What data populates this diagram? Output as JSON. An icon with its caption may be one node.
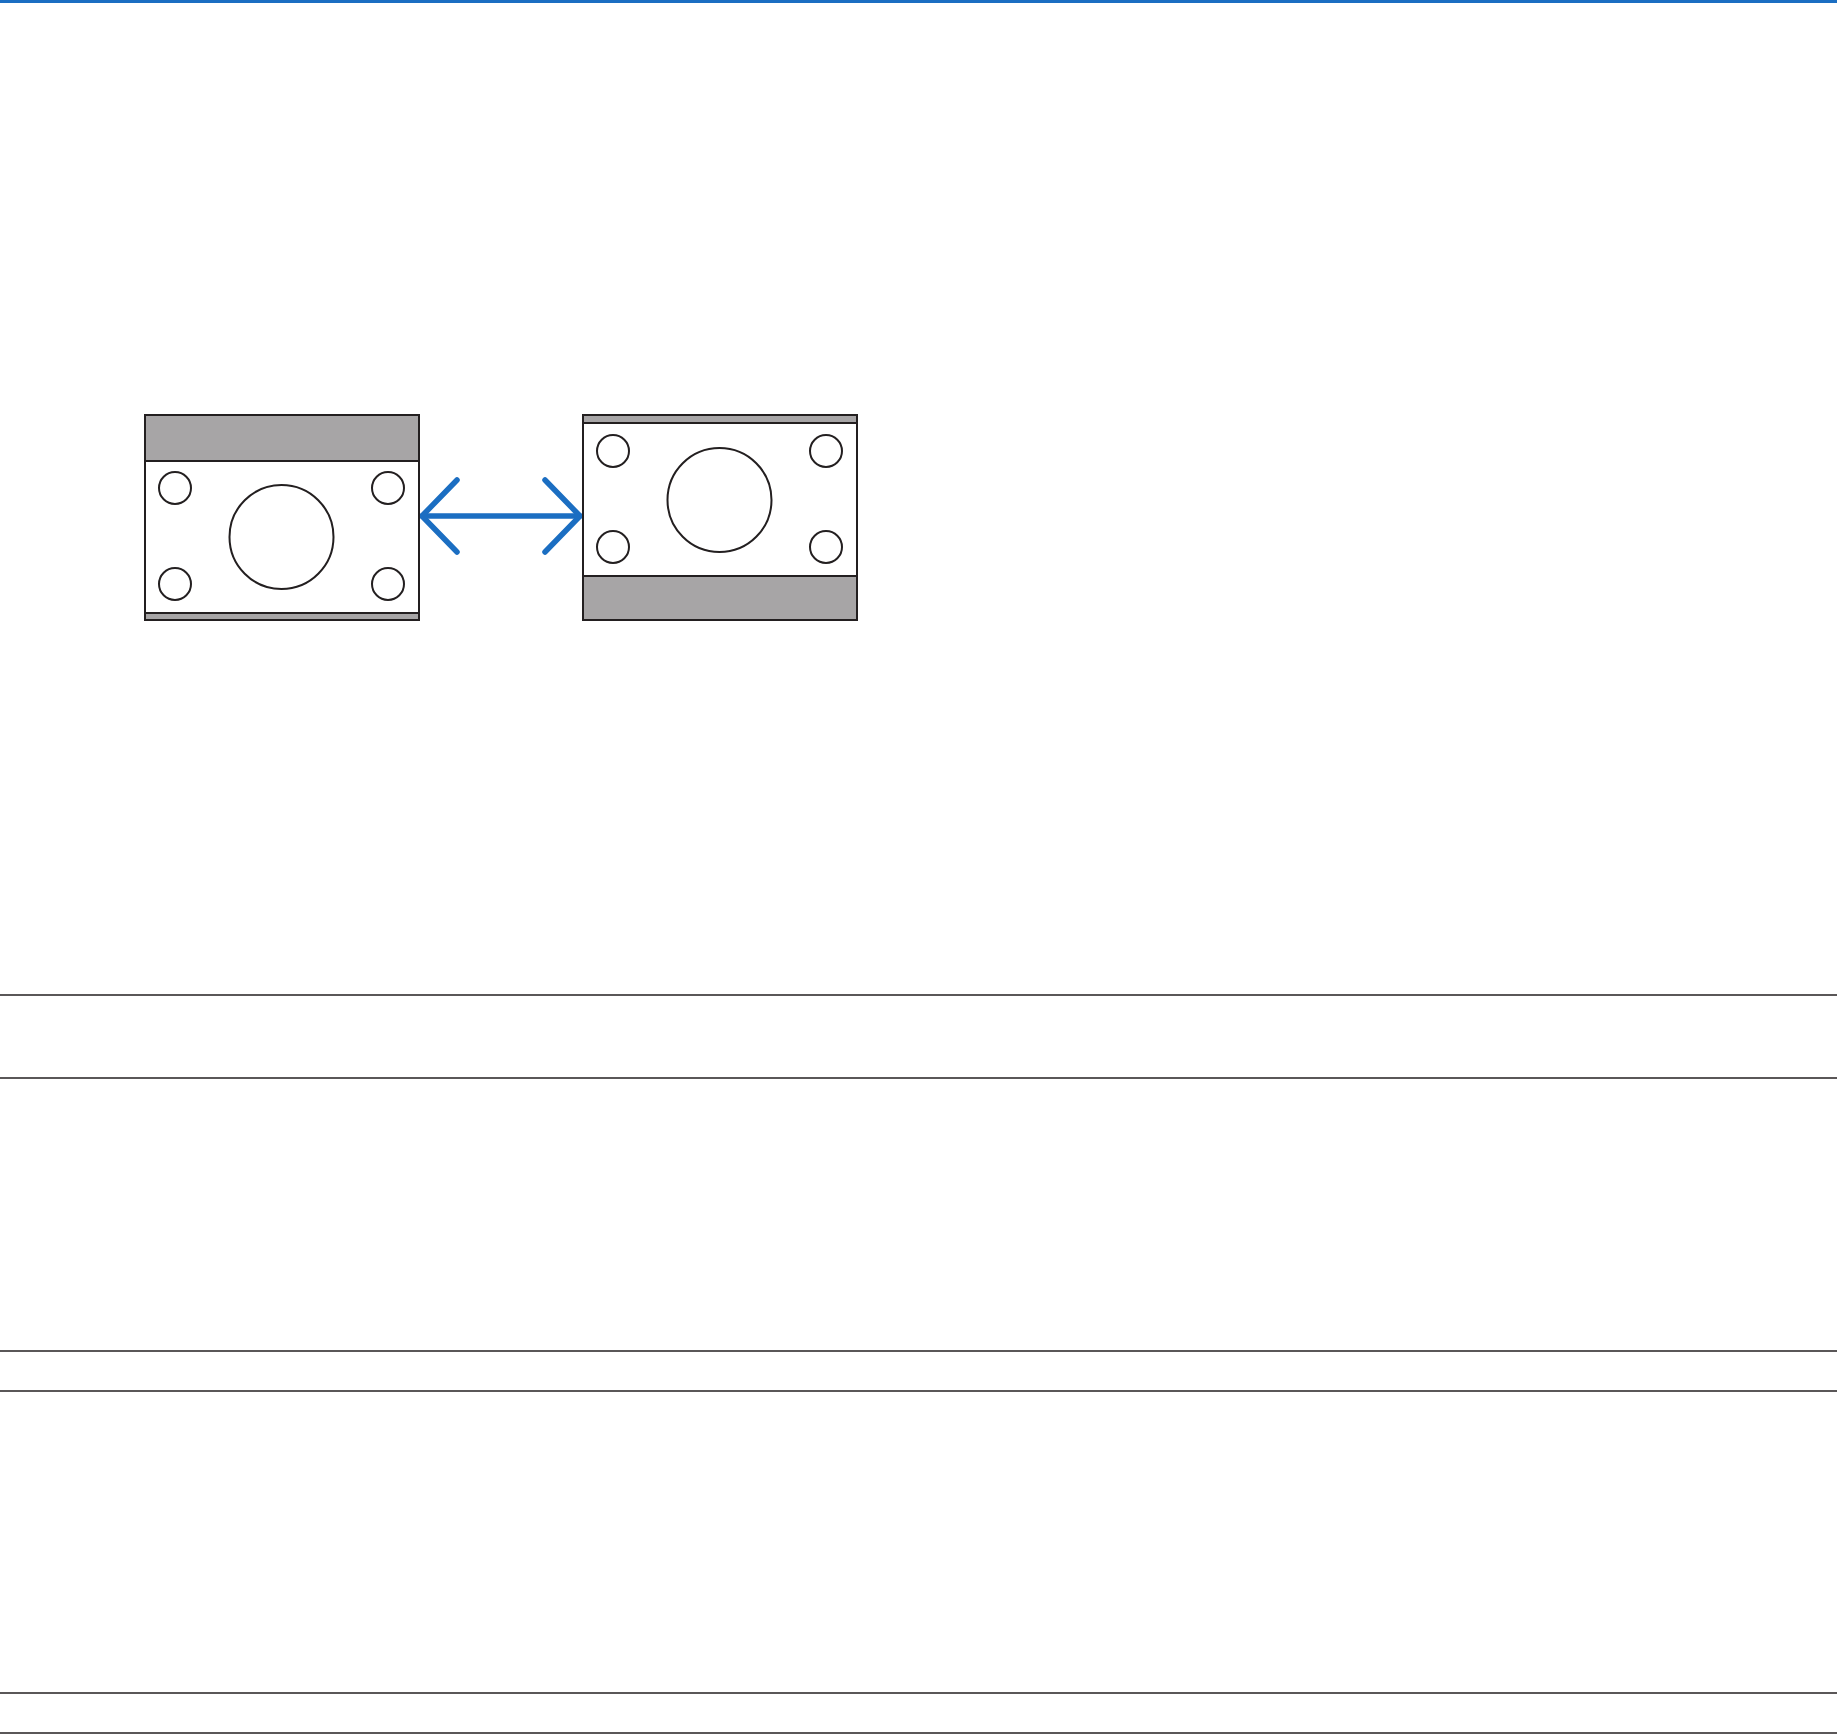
{
  "diagram": {
    "nodes": [
      {
        "text": [],
        "shape": "picture"
      },
      {
        "text": [],
        "shape": "picture"
      }
    ],
    "edges": [
      {
        "from": 0,
        "to": 1,
        "arrow": "both",
        "color": "#1b6ec2"
      }
    ]
  }
}
